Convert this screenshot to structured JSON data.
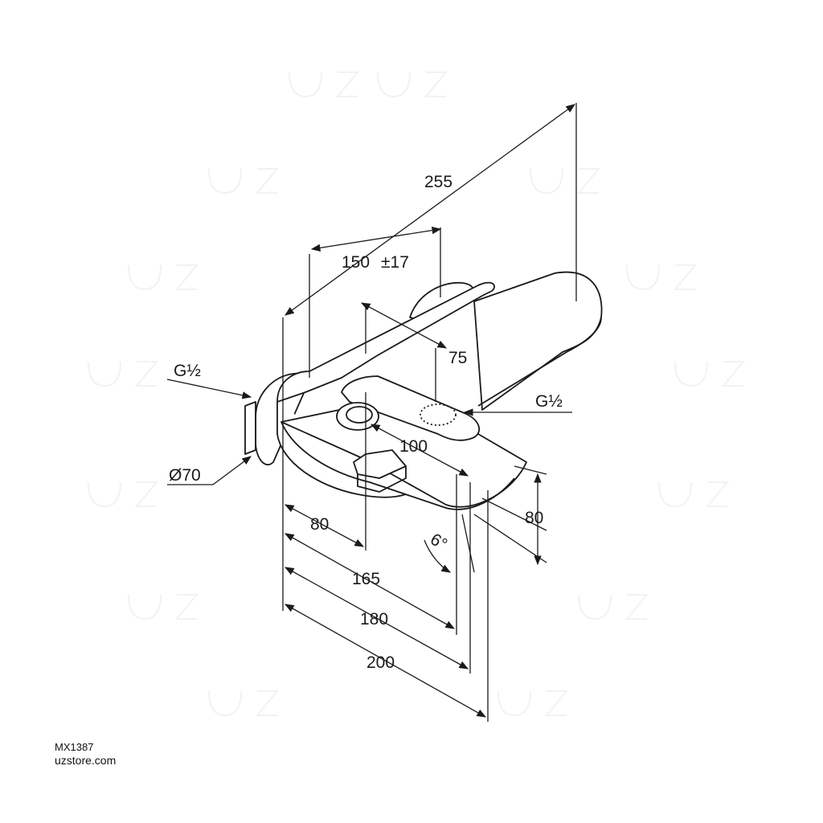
{
  "dimensions": {
    "d255": "255",
    "d150": "150",
    "d150_tol": "±17",
    "d75": "75",
    "d100": "100",
    "d80_left": "80",
    "d80_right": "80",
    "d165": "165",
    "d180": "180",
    "d200": "200",
    "angle": "6°"
  },
  "labels": {
    "thread_left": "G½",
    "thread_right": "G½",
    "diameter": "Ø70"
  },
  "footer": {
    "model": "MX1387",
    "site": "uzstore.com"
  },
  "colors": {
    "line": "#1a1a1a",
    "watermark": "#f0f0f0"
  }
}
